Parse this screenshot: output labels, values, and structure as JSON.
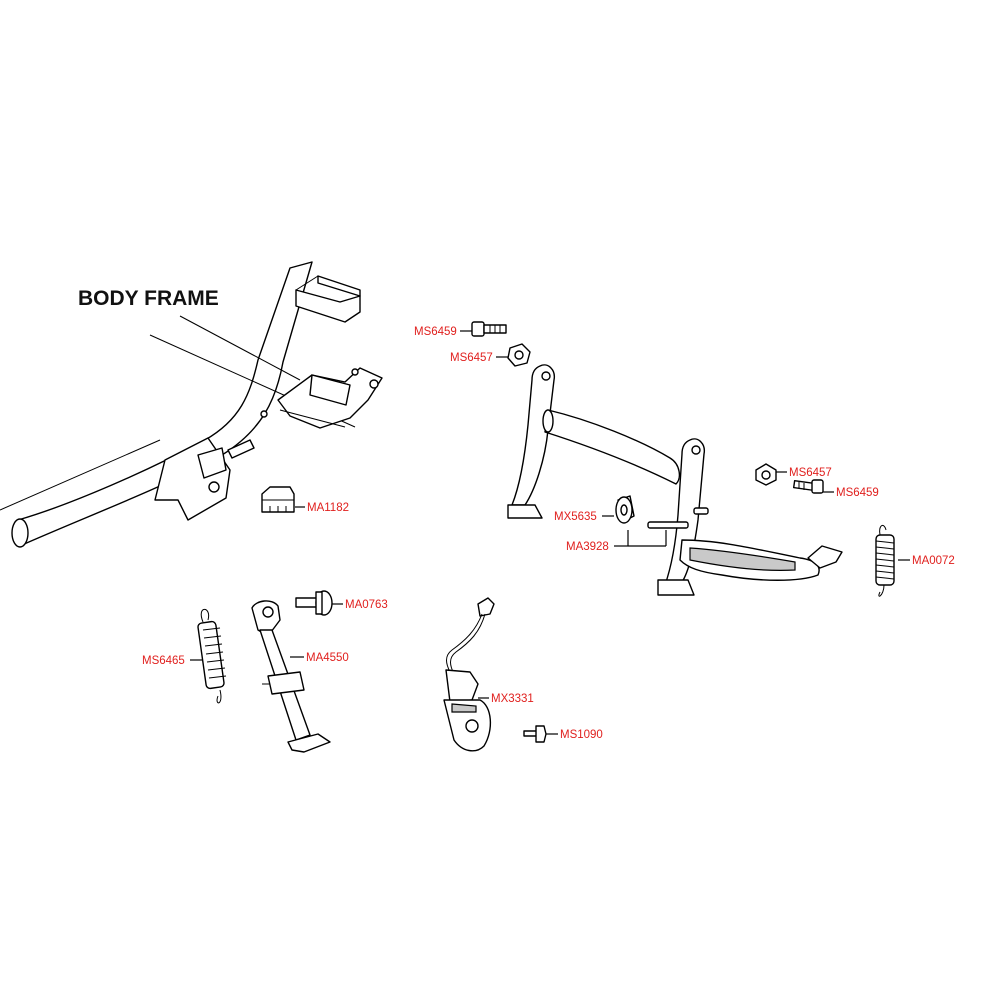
{
  "diagram": {
    "title": "BODY FRAME",
    "label_color": "#e0201e",
    "parts": {
      "ms6459_top": "MS6459",
      "ms6457_top": "MS6457",
      "ma1182": "MA1182",
      "ms6457_right": "MS6457",
      "ms6459_right": "MS6459",
      "mx5635": "MX5635",
      "ma3928": "MA3928",
      "ma0072": "MA0072",
      "ma0763": "MA0763",
      "ms6465": "MS6465",
      "ma4550": "MA4550",
      "mx3331": "MX3331",
      "ms1090": "MS1090"
    }
  }
}
